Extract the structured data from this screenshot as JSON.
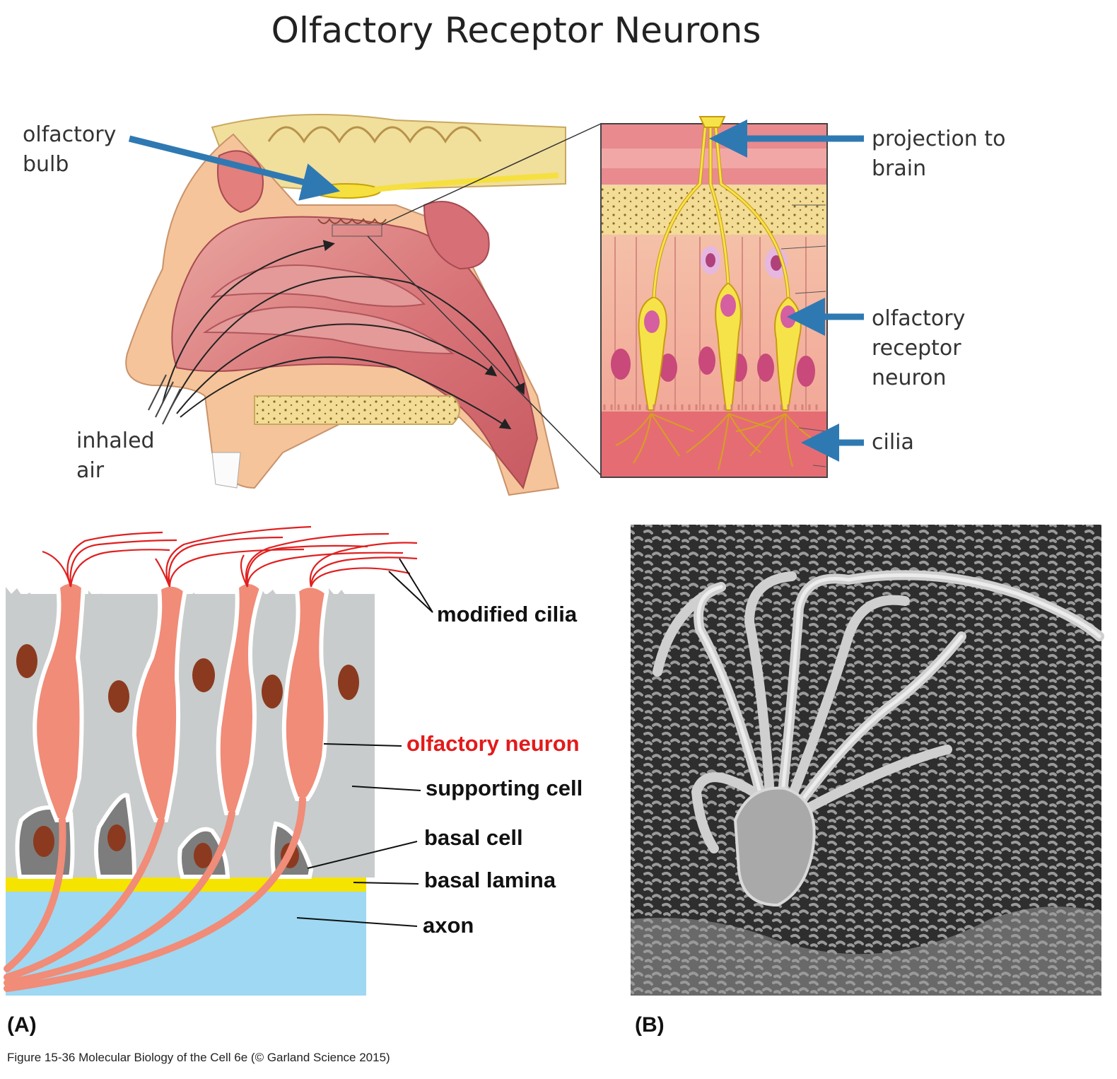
{
  "title": "Olfactory Receptor Neurons",
  "top_labels": {
    "olfactory_bulb": [
      "olfactory",
      "bulb"
    ],
    "inhaled_air": [
      "inhaled",
      "air"
    ],
    "projection_to_brain": [
      "projection to",
      "brain"
    ],
    "olfactory_receptor_neuron": [
      "olfactory",
      "receptor",
      "neuron"
    ],
    "cilia": "cilia"
  },
  "panel_a_labels": {
    "modified_cilia": "modified cilia",
    "olfactory_neuron": "olfactory neuron",
    "supporting_cell": "supporting cell",
    "basal_cell": "basal cell",
    "basal_lamina": "basal lamina",
    "axon": "axon"
  },
  "panel_tags": {
    "a": "(A)",
    "b": "(B)"
  },
  "caption": "Figure 15-36  Molecular Biology of the Cell 6e (© Garland Science 2015)",
  "colors": {
    "arrow": "#2f79b3",
    "neuron": "#f08c78",
    "supporting": "#c8cccc",
    "basal_lamina": "#f5e300",
    "connective": "#9fd8f2",
    "cilia": "#e02020"
  }
}
